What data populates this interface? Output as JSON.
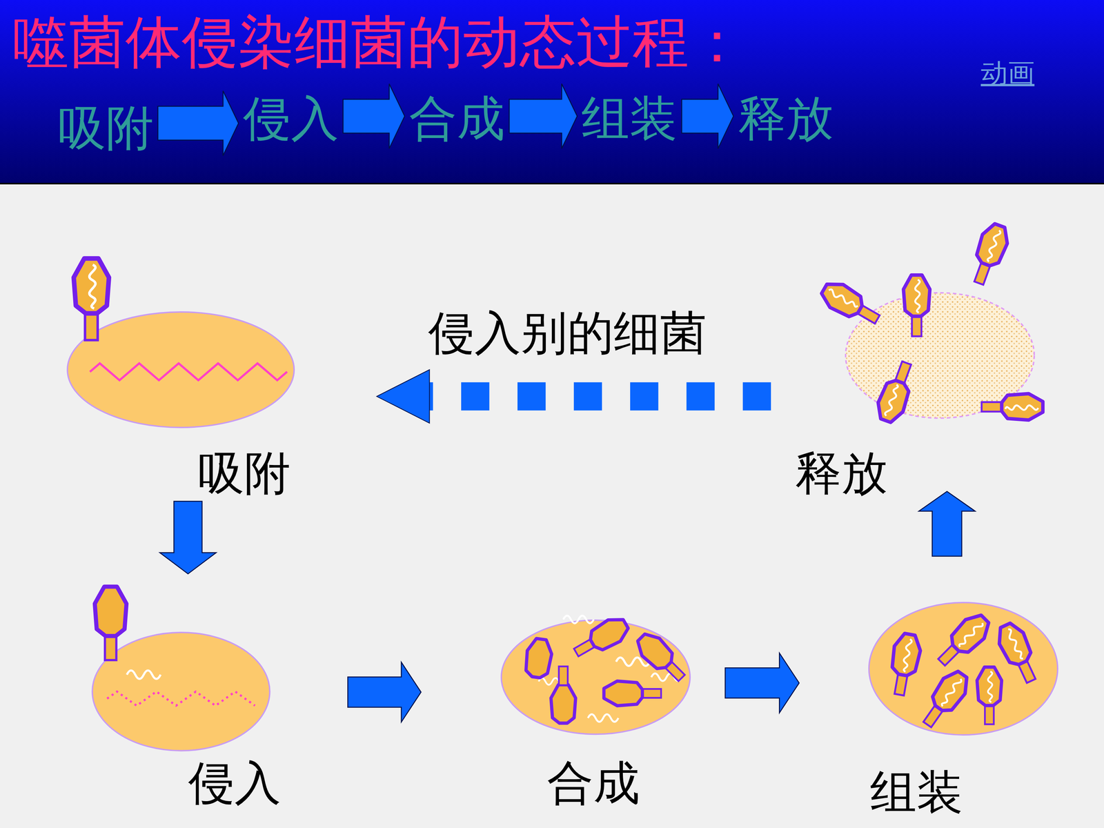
{
  "diagram": {
    "title": "噬菌体侵染细菌的动态过程：",
    "nodes": [
      {
        "text": [
          "吸附"
        ]
      },
      {
        "text": [
          "侵入"
        ]
      },
      {
        "text": [
          "合成"
        ]
      },
      {
        "text": [
          "组装"
        ]
      },
      {
        "text": [
          "释放"
        ]
      },
      {
        "text": [
          "吸附"
        ]
      },
      {
        "text": [
          "侵入"
        ]
      },
      {
        "text": [
          "合成"
        ]
      },
      {
        "text": [
          "组装"
        ]
      },
      {
        "text": [
          "释放"
        ]
      }
    ],
    "edges": [
      {
        "from": 0,
        "to": 1,
        "arrow": "to"
      },
      {
        "from": 1,
        "to": 2,
        "arrow": "to"
      },
      {
        "from": 2,
        "to": 3,
        "arrow": "to"
      },
      {
        "from": 3,
        "to": 4,
        "arrow": "to"
      },
      {
        "from": 5,
        "to": 6,
        "arrow": "to"
      },
      {
        "from": 6,
        "to": 7,
        "arrow": "to"
      },
      {
        "from": 7,
        "to": 8,
        "arrow": "to"
      },
      {
        "from": 8,
        "to": 9,
        "arrow": "to"
      },
      {
        "from": 9,
        "to": 5,
        "arrow": "to",
        "label": "侵入别的细菌"
      }
    ],
    "labels": [
      "动画"
    ]
  }
}
